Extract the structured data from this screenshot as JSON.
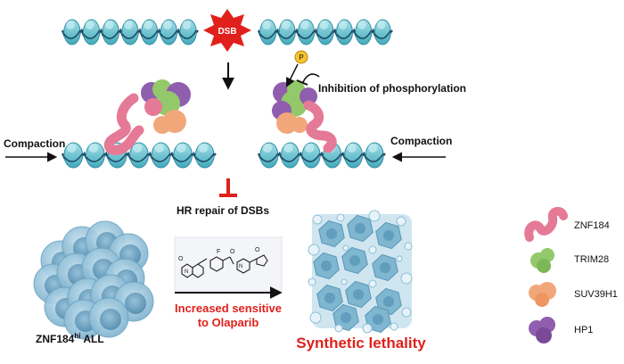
{
  "labels": {
    "dsb": "DSB",
    "phosphate": "P",
    "inhibition": "Inhibition of phosphorylation",
    "compaction_left": "Compaction",
    "compaction_right": "Compaction",
    "hr_repair": "HR repair of DSBs",
    "cell_prefix": "ZNF184",
    "cell_superscript": "hi",
    "cell_suffix": " ALL",
    "sensitive_line1": "Increased sensitive",
    "sensitive_line2": "to Olaparib",
    "outcome": "Synthetic lethality"
  },
  "legend": [
    {
      "label": "ZNF184",
      "color": "#e57a97"
    },
    {
      "label": "TRIM28",
      "color": "#93c96a"
    },
    {
      "label": "SUV39H1",
      "color": "#f2a77b"
    },
    {
      "label": "HP1",
      "color": "#8f5eae"
    }
  ],
  "colors": {
    "nucleosome": "#5cc0cf",
    "nucleosome_light": "#9fdde6",
    "dna": "#1f4a66",
    "dsb": "#e0201b",
    "inhibit_bar": "#e0201b",
    "red_text": "#e0201b",
    "phosphate": "#f4c430",
    "cell": "#9ec9df",
    "cell_dark": "#5f9fc0"
  }
}
